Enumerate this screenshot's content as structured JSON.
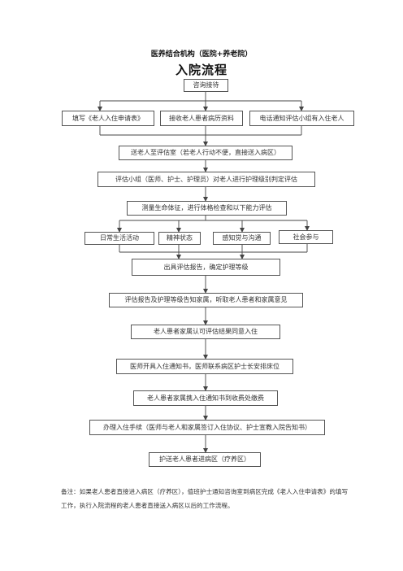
{
  "header": {
    "subtitle": "医养结合机构（医院+养老院）",
    "title": "入院流程"
  },
  "steps": {
    "consult": "咨询接待",
    "fill_form": "填写《老人入住申请表》",
    "receive_records": "接收老人患者病历资料",
    "phone_notify": "电话通知评估小组有入住老人",
    "to_eval_room": "送老人至评估室（若老人行动不便，直接送入病区）",
    "eval_team": "评估小组（医师、护士、护理员）对老人进行护理级别判定评估",
    "measure": "测量生命体征，进行体格检查和以下能力评估",
    "daily_life": "日常生活活动",
    "mental": "精神状态",
    "perception": "感知觉与沟通",
    "social": "社会参与",
    "report": "出具评估报告，确定护理等级",
    "inform_family": "评估报告及护理等级告知家属，听取老人患者和家属意见",
    "family_agree": "老人患者家属认可评估结果同意入住",
    "admission_notice": "医师开具入住通知书，医师联系病区护士长安排床位",
    "pay": "老人患者家属携入住通知书到收费处缴费",
    "procedures": "办理入住手续（医师与老人和家属签订入住协议、护士宣教入院告知书）",
    "escort": "护送老人患者进病区（疗养区）"
  },
  "note": {
    "text": "备注：如果老人患者直接进入病区（疗养区），值班护士通知咨询室到病区完成《老人入住申请表》的填写工作，执行入院流程的老人患者直接送入病区以后的工作流程。"
  }
}
